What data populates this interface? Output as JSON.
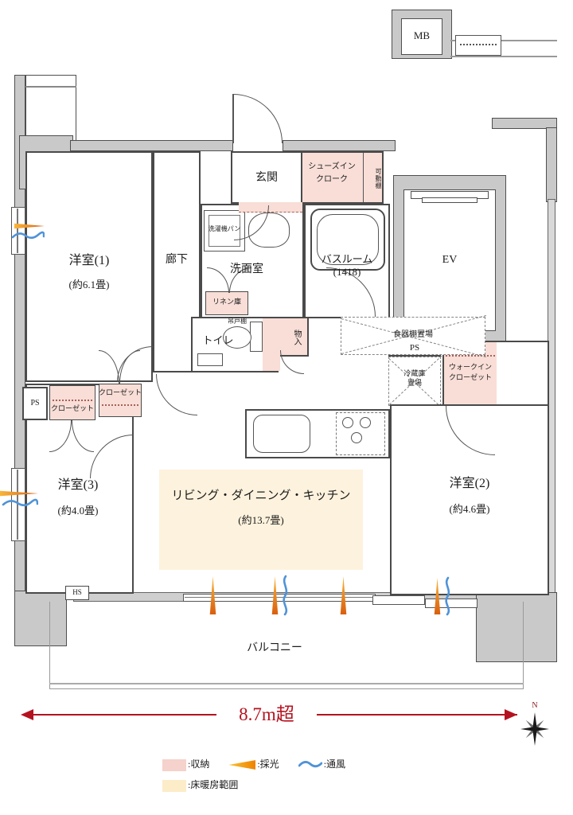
{
  "colors": {
    "storage_pink": "#f8ded7",
    "floor_heating_cream": "#fdf2dd",
    "wall_gray": "#c9c9c9",
    "dimension_red": "#b5121f",
    "daylight_orange": "#ef8200",
    "ventilation_blue": "#4f93d8"
  },
  "icons": {
    "daylight": "flame-arrow",
    "ventilation": "wave",
    "compass": "eight-point-star"
  },
  "rooms": {
    "mb": "MB",
    "ev": "EV",
    "entrance": "玄関",
    "shoes_in_closet_line1": "シューズイン",
    "shoes_in_closet_line2": "クローク",
    "movable_shelf": "可動棚",
    "western_room1_name": "洋室(1)",
    "western_room1_size": "(約6.1畳)",
    "hallway": "廊下",
    "washing_machine_pan": "洗濯機パン",
    "washroom": "洗面室",
    "bathroom_name": "バスルーム",
    "bathroom_size": "(1418)",
    "linen_closet": "リネン庫",
    "toilet": "トイレ",
    "hanging_cupboard": "吊戸棚",
    "storage_compartment": "物入",
    "dish_shelf_space": "食器棚置場",
    "ps_right": "PS",
    "refrigerator_line1": "冷蔵庫",
    "refrigerator_line2": "置場",
    "walk_in_closet_line1": "ウォークイン",
    "walk_in_closet_line2": "クローゼット",
    "ps_left": "PS",
    "closet_lower": "クローゼット",
    "closet_upper": "クローゼット",
    "western_room3_name": "洋室(3)",
    "western_room3_size": "(約4.0畳)",
    "ldk_name": "リビング・ダイニング・キッチン",
    "ldk_size": "(約13.7畳)",
    "western_room2_name": "洋室(2)",
    "western_room2_size": "(約4.6畳)",
    "hs": "HS",
    "balcony": "バルコニー"
  },
  "dimension_label": "8.7m超",
  "compass_north": "N",
  "legend": {
    "storage": ":収納",
    "daylight": ":採光",
    "ventilation": ":通風",
    "floor_heating": ":床暖房範囲"
  }
}
